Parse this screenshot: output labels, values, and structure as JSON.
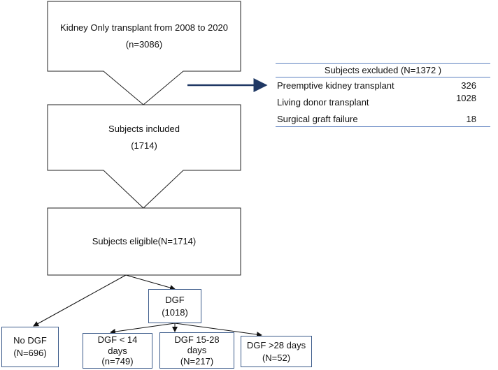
{
  "boxes": {
    "top": {
      "line1": "Kidney Only transplant from 2008 to 2020",
      "line2": "(n=3086)"
    },
    "included": {
      "line1": "Subjects included",
      "line2": "(1714)"
    },
    "eligible": {
      "line1": "Subjects eligible(N=1714)"
    },
    "dgf": {
      "line1": "DGF",
      "line2": "(1018)"
    },
    "no_dgf": {
      "line1": "No DGF",
      "line2": "(N=696)"
    },
    "dgf14": {
      "line1": "DGF < 14",
      "line2": "days",
      "line3": "(n=749)"
    },
    "dgf15": {
      "line1": "DGF 15-28",
      "line2": "days",
      "line3": "(N=217)"
    },
    "dgf28": {
      "line1": "DGF >28 days",
      "line2": "(N=52)"
    }
  },
  "excluded": {
    "title": "Subjects excluded (N=1372 )",
    "rows": [
      {
        "label": "Preemptive kidney transplant",
        "value": "326"
      },
      {
        "label": "Living donor transplant",
        "value": "1028"
      },
      {
        "label": "Surgical graft failure",
        "value": "18"
      }
    ]
  },
  "colors": {
    "arrow": "#1f3864",
    "table_rule": "#5b7fbf",
    "blue_box": "#3b5a8a"
  }
}
